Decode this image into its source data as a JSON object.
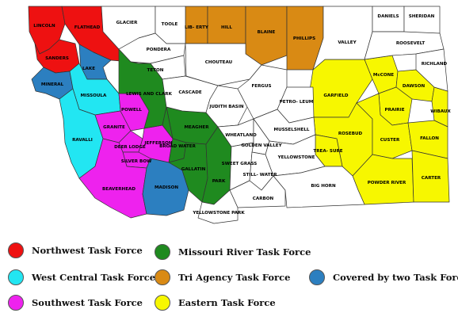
{
  "colors": {
    "northwest": "#ee1111",
    "west_central": "#22e6f2",
    "southwest": "#ee22ee",
    "missouri_river": "#1f8a1f",
    "tri_agency": "#d98a14",
    "eastern": "#f7f700",
    "two_forces": "#2c7fc0",
    "unassigned": "#ffffff",
    "border": "#333333"
  },
  "legend": [
    {
      "key": "northwest",
      "label": "Northwest Task Force"
    },
    {
      "key": "missouri_river",
      "label": "Missouri River Task Force"
    },
    {
      "key": "west_central",
      "label": "West Central Task Force"
    },
    {
      "key": "tri_agency",
      "label": "Tri Agency Task Force"
    },
    {
      "key": "two_forces",
      "label": "Covered by two Task Forces"
    },
    {
      "key": "southwest",
      "label": "Southwest Task Force"
    },
    {
      "key": "eastern",
      "label": "Eastern Task Force"
    }
  ],
  "counties": [
    {
      "name": "LINCOLN",
      "force": "northwest"
    },
    {
      "name": "FLATHEAD",
      "force": "northwest"
    },
    {
      "name": "SANDERS",
      "force": "northwest"
    },
    {
      "name": "LAKE",
      "force": "two_forces"
    },
    {
      "name": "MINERAL",
      "force": "two_forces"
    },
    {
      "name": "MISSOULA",
      "force": "west_central"
    },
    {
      "name": "RAVALLI",
      "force": "west_central"
    },
    {
      "name": "GRANITE",
      "force": "southwest"
    },
    {
      "name": "POWELL",
      "force": "southwest"
    },
    {
      "name": "DEER LODGE",
      "force": "southwest"
    },
    {
      "name": "SILVER BOW",
      "force": "southwest"
    },
    {
      "name": "JEFFERSON",
      "force": "southwest"
    },
    {
      "name": "BEAVERHEAD",
      "force": "southwest"
    },
    {
      "name": "MADISON",
      "force": "two_forces"
    },
    {
      "name": "LEWIS AND CLARK",
      "force": "missouri_river"
    },
    {
      "name": "MEAGHER",
      "force": "missouri_river"
    },
    {
      "name": "BROAD WATER",
      "force": "missouri_river"
    },
    {
      "name": "GALLATIN",
      "force": "missouri_river"
    },
    {
      "name": "PARK",
      "force": "missouri_river"
    },
    {
      "name": "LIB- ERTY",
      "force": "tri_agency"
    },
    {
      "name": "HILL",
      "force": "tri_agency"
    },
    {
      "name": "BLAINE",
      "force": "tri_agency"
    },
    {
      "name": "PHILLIPS",
      "force": "tri_agency"
    },
    {
      "name": "GARFIELD",
      "force": "eastern"
    },
    {
      "name": "McCONE",
      "force": "eastern"
    },
    {
      "name": "DAWSON",
      "force": "eastern"
    },
    {
      "name": "PRAIRIE",
      "force": "eastern"
    },
    {
      "name": "WIBAUX",
      "force": "eastern"
    },
    {
      "name": "ROSEBUD",
      "force": "eastern"
    },
    {
      "name": "TREA- SURE",
      "force": "eastern"
    },
    {
      "name": "CUSTER",
      "force": "eastern"
    },
    {
      "name": "FALLON",
      "force": "eastern"
    },
    {
      "name": "POWDER RIVER",
      "force": "eastern"
    },
    {
      "name": "CARTER",
      "force": "eastern"
    },
    {
      "name": "GLACIER",
      "force": "unassigned"
    },
    {
      "name": "TOOLE",
      "force": "unassigned"
    },
    {
      "name": "PONDERA",
      "force": "unassigned"
    },
    {
      "name": "TETON",
      "force": "unassigned"
    },
    {
      "name": "CHOUTEAU",
      "force": "unassigned"
    },
    {
      "name": "CASCADE",
      "force": "unassigned"
    },
    {
      "name": "JUDITH BASIN",
      "force": "unassigned"
    },
    {
      "name": "FERGUS",
      "force": "unassigned"
    },
    {
      "name": "PETRO- LEUM",
      "force": "unassigned"
    },
    {
      "name": "VALLEY",
      "force": "unassigned"
    },
    {
      "name": "DANIELS",
      "force": "unassigned"
    },
    {
      "name": "SHERIDAN",
      "force": "unassigned"
    },
    {
      "name": "ROOSEVELT",
      "force": "unassigned"
    },
    {
      "name": "RICHLAND",
      "force": "unassigned"
    },
    {
      "name": "WHEATLAND",
      "force": "unassigned"
    },
    {
      "name": "MUSSELSHELL",
      "force": "unassigned"
    },
    {
      "name": "GOLDEN VALLEY",
      "force": "unassigned"
    },
    {
      "name": "YELLOWSTONE",
      "force": "unassigned"
    },
    {
      "name": "SWEET GRASS",
      "force": "unassigned"
    },
    {
      "name": "STILL- WATER",
      "force": "unassigned"
    },
    {
      "name": "CARBON",
      "force": "unassigned"
    },
    {
      "name": "BIG HORN",
      "force": "unassigned"
    },
    {
      "name": "YELLOWSTONE PARK",
      "force": "unassigned"
    }
  ]
}
